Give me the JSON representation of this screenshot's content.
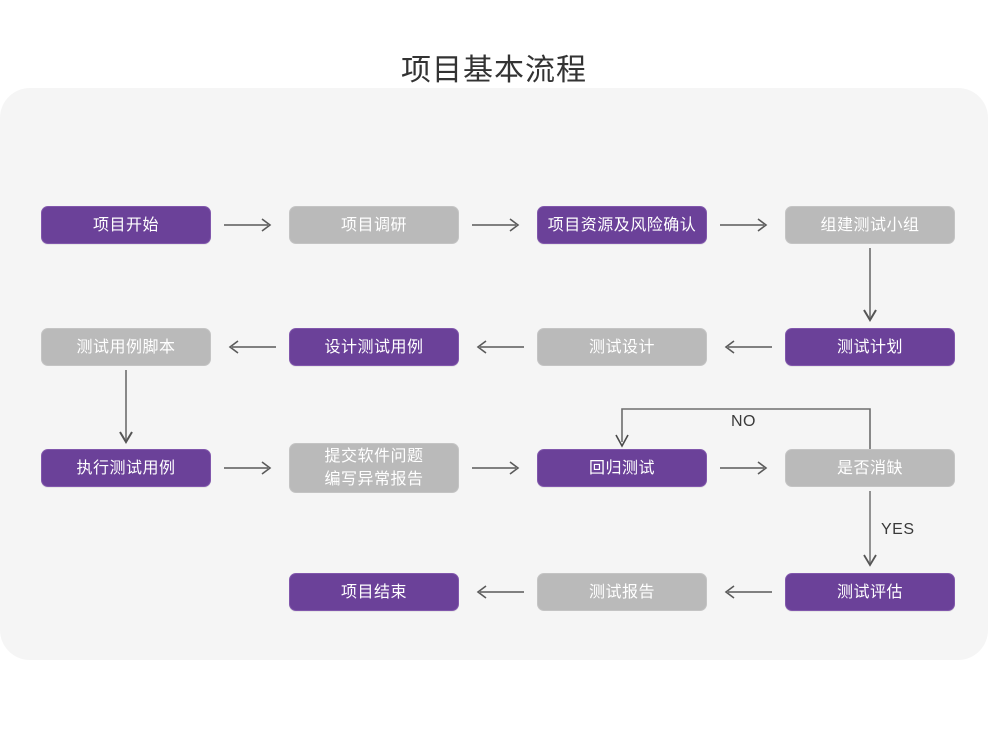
{
  "diagram": {
    "title": "项目基本流程",
    "colors": {
      "purple": "#6B4199",
      "purple_border": "#8157AC",
      "gray": "#BABABA",
      "gray_border": "#C4C4C4",
      "card_background": "#F5F5F5",
      "page_background": "#FFFFFF",
      "arrow": "#5A5A5A",
      "title_text": "#333333",
      "node_text": "#FFFFFF"
    },
    "nodes": [
      {
        "id": "n1",
        "label": "项目开始",
        "style": "purple"
      },
      {
        "id": "n2",
        "label": "项目调研",
        "style": "gray"
      },
      {
        "id": "n3",
        "label": "项目资源及风险确认",
        "style": "purple"
      },
      {
        "id": "n4",
        "label": "组建测试小组",
        "style": "gray"
      },
      {
        "id": "n5",
        "label": "测试用例脚本",
        "style": "gray"
      },
      {
        "id": "n6",
        "label": "设计测试用例",
        "style": "purple"
      },
      {
        "id": "n7",
        "label": "测试设计",
        "style": "gray"
      },
      {
        "id": "n8",
        "label": "测试计划",
        "style": "purple"
      },
      {
        "id": "n9",
        "label": "执行测试用例",
        "style": "purple"
      },
      {
        "id": "n10",
        "label": "提交软件问题\n编写异常报告",
        "style": "gray"
      },
      {
        "id": "n11",
        "label": "回归测试",
        "style": "purple"
      },
      {
        "id": "n12",
        "label": "是否消缺",
        "style": "gray"
      },
      {
        "id": "n13",
        "label": "项目结束",
        "style": "purple"
      },
      {
        "id": "n14",
        "label": "测试报告",
        "style": "gray"
      },
      {
        "id": "n15",
        "label": "测试评估",
        "style": "purple"
      }
    ],
    "edge_labels": {
      "no": "NO",
      "yes": "YES"
    }
  }
}
